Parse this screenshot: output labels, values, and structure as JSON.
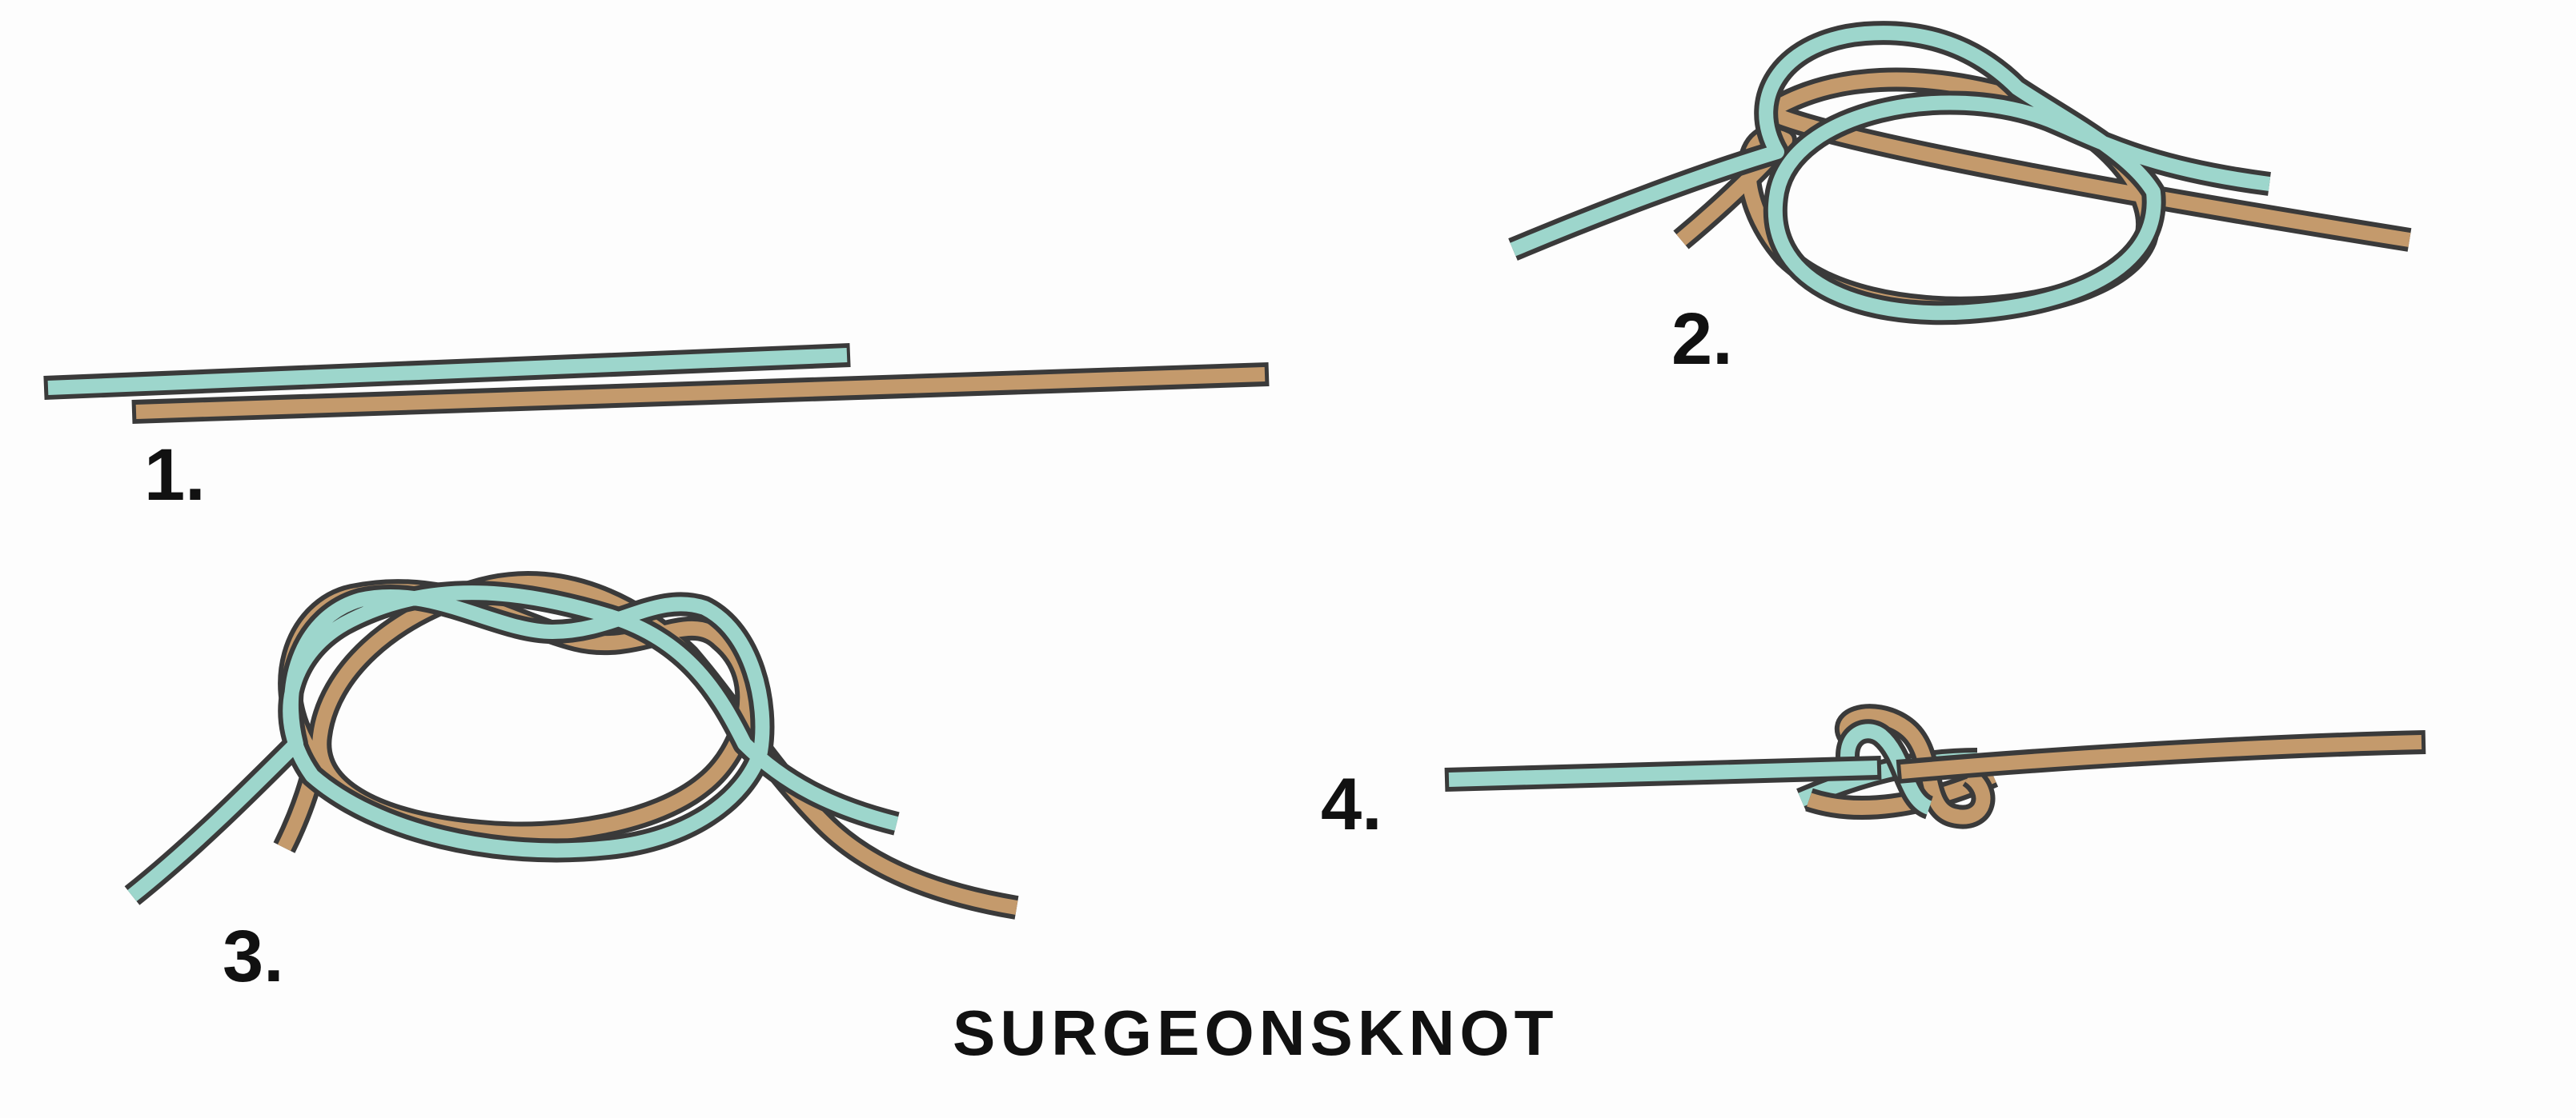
{
  "title": "SURGEONSKNOT",
  "steps": [
    {
      "label": "1."
    },
    {
      "label": "2."
    },
    {
      "label": "3."
    },
    {
      "label": "4."
    }
  ],
  "colors": {
    "line_a": "#9dd6cc",
    "line_b": "#c49a6c",
    "outline": "#3a3a3a",
    "background": "#fdfdfd"
  }
}
